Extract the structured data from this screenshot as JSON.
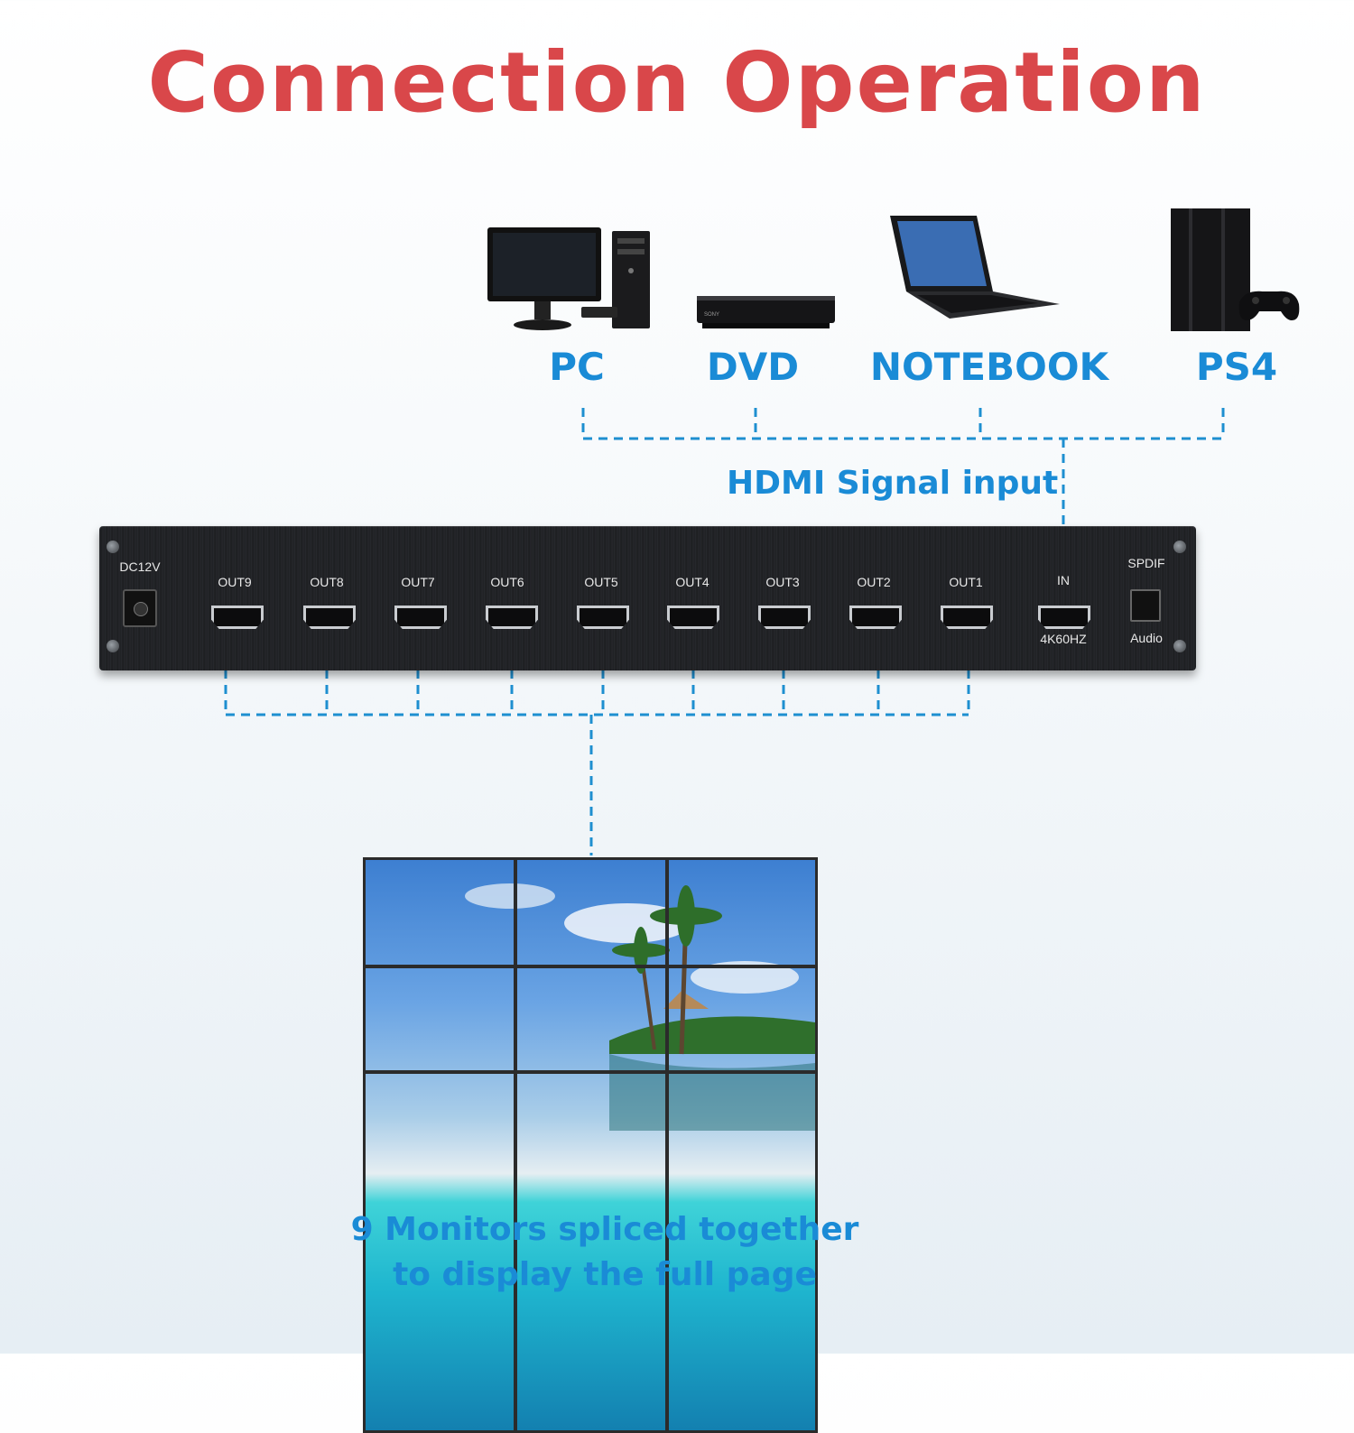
{
  "title": "Connection Operation",
  "colors": {
    "title": "#d9474a",
    "accent": "#1a8bd6",
    "line": "#1e8fd0"
  },
  "sources": [
    {
      "label": "PC",
      "icon": "desktop-pc-icon"
    },
    {
      "label": "DVD",
      "icon": "dvd-player-icon"
    },
    {
      "label": "NOTEBOOK",
      "icon": "laptop-icon"
    },
    {
      "label": "PS4",
      "icon": "game-console-icon"
    }
  ],
  "signal_label": "HDMI Signal input",
  "device": {
    "power_label": "DC12V",
    "outputs": [
      "OUT9",
      "OUT8",
      "OUT7",
      "OUT6",
      "OUT5",
      "OUT4",
      "OUT3",
      "OUT2",
      "OUT1"
    ],
    "input_label": "IN",
    "input_spec": "4K60HZ",
    "spdif_label": "SPDIF",
    "audio_label": "Audio"
  },
  "caption": {
    "line1": "9 Monitors spliced together",
    "line2": "to display the full page"
  }
}
